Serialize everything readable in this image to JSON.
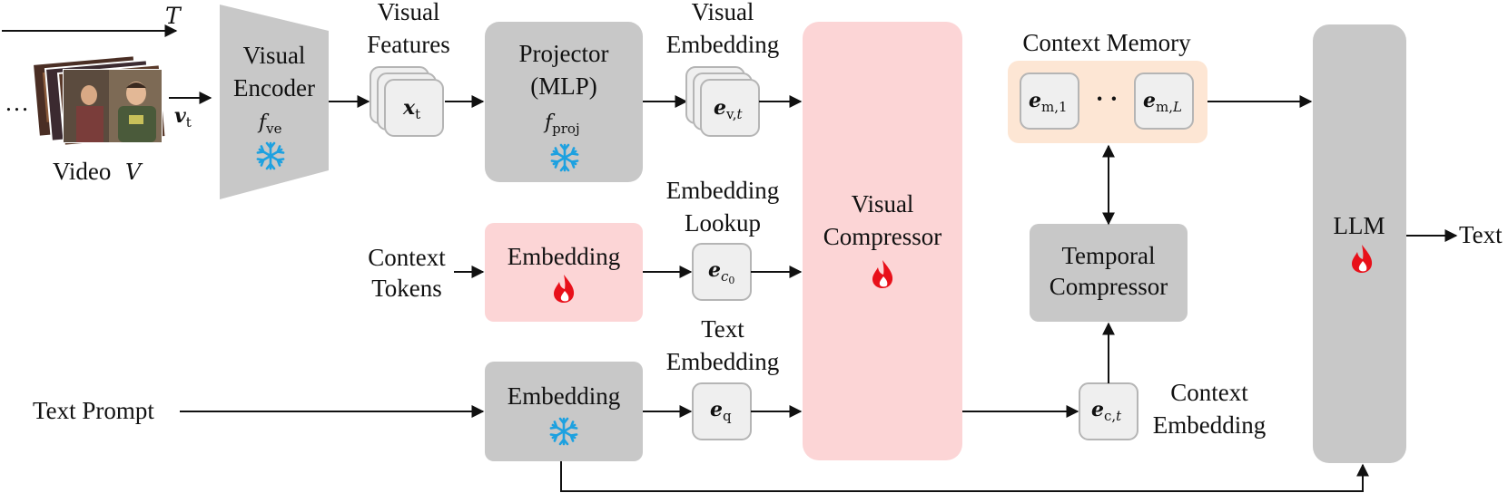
{
  "colors": {
    "frozen_block": "#c8c8c8",
    "trainable_block": "#fcd5d6",
    "memory_bg": "#fde6d4",
    "token_box": "#efefef",
    "token_border": "#b5b5b5",
    "snowflake": "#1da1e0",
    "flame": "#e8101a"
  },
  "icons": {
    "frozen": "snowflake-icon",
    "trainable": "flame-icon"
  },
  "input": {
    "time_symbol": "T",
    "frame_var": "v",
    "frame_sub": "t",
    "ellipsis": "…",
    "video_label": "Video",
    "video_var": "V"
  },
  "visual_encoder": {
    "line1": "Visual",
    "line2": "Encoder",
    "func": "f",
    "func_sub": "ve"
  },
  "visual_features": {
    "title_1": "Visual",
    "title_2": "Features",
    "var": "x",
    "sub": "t"
  },
  "projector": {
    "line1": "Projector",
    "line2": "(MLP)",
    "func": "f",
    "func_sub": "proj"
  },
  "visual_embedding": {
    "title_1": "Visual",
    "title_2": "Embedding",
    "var": "e",
    "sub": "v,",
    "sub_italic": "t"
  },
  "context_tokens": {
    "line1": "Context",
    "line2": "Tokens"
  },
  "context_embedding_block": {
    "label": "Embedding"
  },
  "embedding_lookup": {
    "title_1": "Embedding",
    "title_2": "Lookup",
    "var": "e",
    "sub": "c",
    "subsub": "0"
  },
  "text_prompt": {
    "label": "Text Prompt"
  },
  "text_embedding_block": {
    "label": "Embedding"
  },
  "text_embedding": {
    "title_1": "Text",
    "title_2": "Embedding",
    "var": "e",
    "sub": "q"
  },
  "visual_compressor": {
    "line1": "Visual",
    "line2": "Compressor"
  },
  "context_memory": {
    "title": "Context Memory",
    "first_var": "e",
    "first_sub": "m,1",
    "dots": "·  ·",
    "last_var": "e",
    "last_sub": "m,",
    "last_sub_italic": "L"
  },
  "temporal_compressor": {
    "line1": "Temporal",
    "line2": "Compressor"
  },
  "context_embedding": {
    "title_1": "Context",
    "title_2": "Embedding",
    "var": "e",
    "sub": "c,",
    "sub_italic": "t"
  },
  "llm": {
    "label": "LLM"
  },
  "output": {
    "label": "Text"
  }
}
